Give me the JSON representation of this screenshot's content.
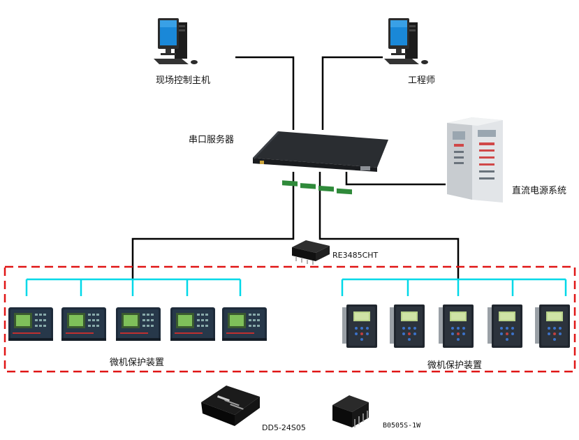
{
  "labels": {
    "host_pc": "现场控制主机",
    "engineer_pc": "工程师",
    "serial_server": "串口服务器",
    "dc_power": "直流电源系统",
    "rs485_module": "RE3485CHT",
    "relay_group_left": "微机保护装置",
    "relay_group_right": "微机保护装置",
    "dcdc_module_1": "DD5-24S05",
    "dcdc_module_2": "B0505S-1W"
  },
  "colors": {
    "wire": "#000000",
    "bus": "#00d8e8",
    "dashed_frame": "#e01515",
    "device_dark": "#1e2b3a",
    "device_screen": "#5fa04a",
    "monitor_screen": "#1a88d8",
    "cabinet": "#dfe2e4"
  },
  "icons": {
    "computer": "desktop-computer-icon",
    "server": "serial-server-icon",
    "cabinet": "power-cabinet-icon",
    "relay_a": "protection-relay-square-icon",
    "relay_b": "protection-relay-tall-icon",
    "chip": "module-chip-icon"
  }
}
